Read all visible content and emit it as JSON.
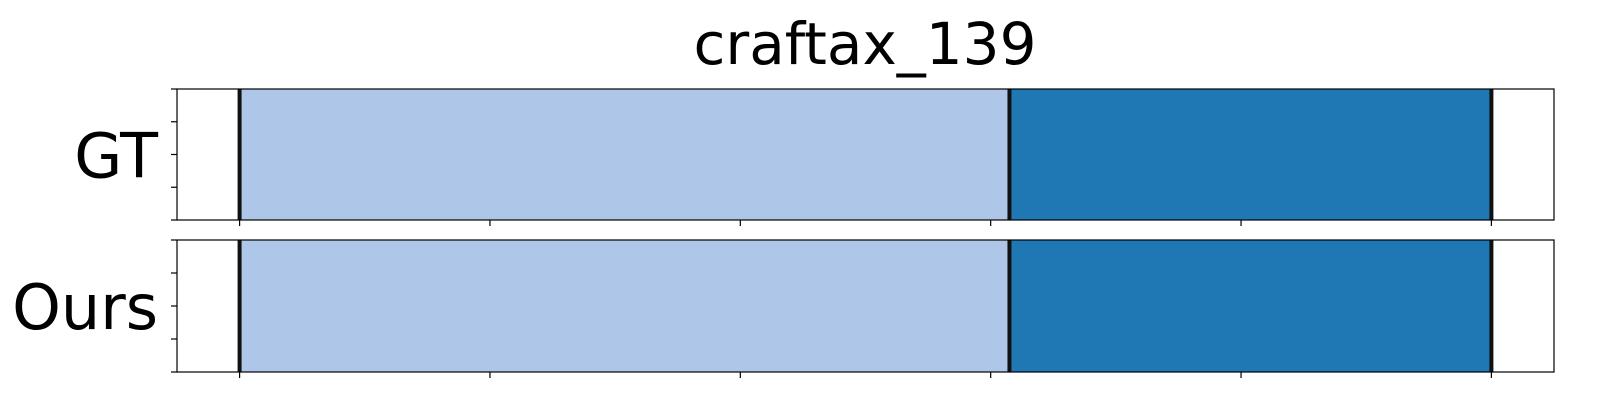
{
  "chart_data": {
    "type": "bar",
    "title": "craftax_139",
    "xlim": [
      0,
      110
    ],
    "rows": [
      {
        "label": "GT",
        "segments": [
          {
            "start": 5,
            "end": 66.5,
            "color": "#aec7e8"
          },
          {
            "start": 66.5,
            "end": 105,
            "color": "#1f77b4"
          }
        ],
        "boundaries": [
          5,
          66.5,
          105
        ]
      },
      {
        "label": "Ours",
        "segments": [
          {
            "start": 5,
            "end": 66.5,
            "color": "#aec7e8"
          },
          {
            "start": 66.5,
            "end": 105,
            "color": "#1f77b4"
          }
        ],
        "boundaries": [
          5,
          66.5,
          105
        ]
      }
    ],
    "x_ticks": [
      5,
      25,
      45,
      65,
      85,
      105
    ],
    "y_ticks_per_row": 5,
    "tick_labels_visible": false,
    "grid": false,
    "legend": "none"
  }
}
